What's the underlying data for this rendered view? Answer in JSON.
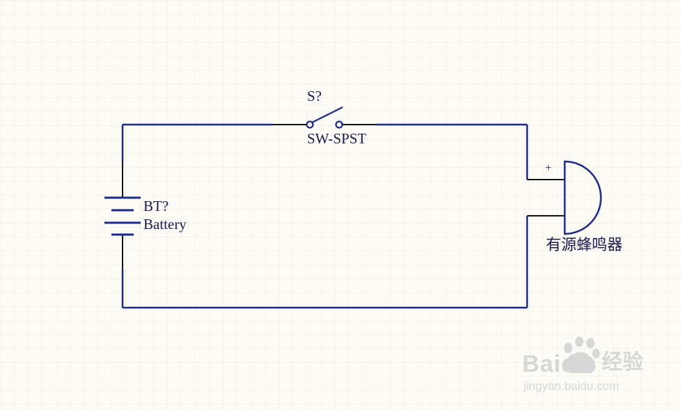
{
  "colors": {
    "background": "#fcfbf6",
    "grid": "#ecebe4",
    "wire": "#1a2a8a",
    "lead": "#111111",
    "label": "#1a1a50",
    "watermark": "#d7d7d7"
  },
  "components": {
    "switch": {
      "designator": "S?",
      "value": "SW-SPST"
    },
    "battery": {
      "designator": "BT?",
      "value": "Battery"
    },
    "buzzer": {
      "plus": "+",
      "name": "有源蜂鸣器"
    }
  },
  "watermark": {
    "brand": "Baidu",
    "brand_cn": "经验",
    "url": "jingyan.baidu.com"
  }
}
